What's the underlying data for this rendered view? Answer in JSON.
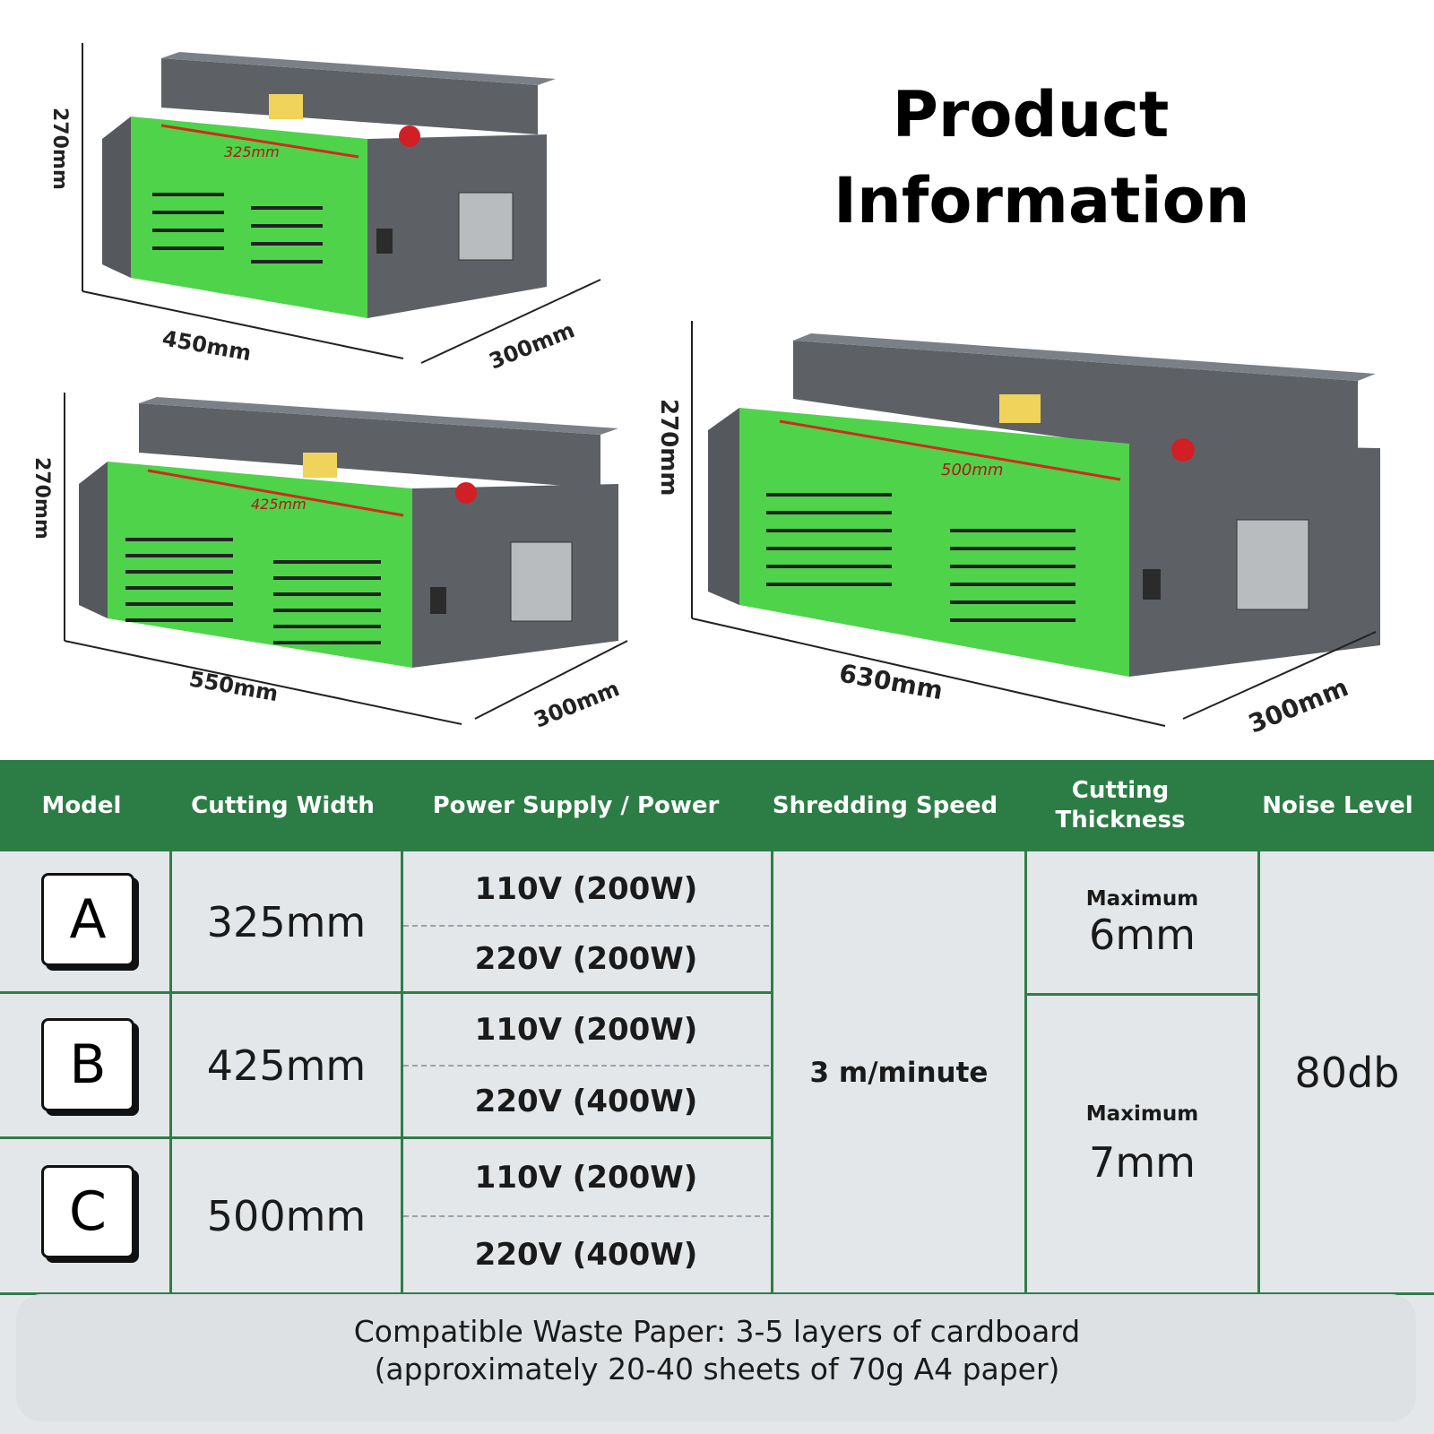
{
  "title_lines": [
    "Product",
    "Information"
  ],
  "machines": [
    {
      "inner": "325mm",
      "height": "270mm",
      "length": "450mm",
      "depth": "300mm"
    },
    {
      "inner": "425mm",
      "height": "270mm",
      "length": "550mm",
      "depth": "300mm"
    },
    {
      "inner": "500mm",
      "height": "270mm",
      "length": "630mm",
      "depth": "300mm"
    }
  ],
  "colors": {
    "body_green": "#4fd34a",
    "frame_gray": "#5d6166",
    "header_green": "#2c7d45",
    "table_bg": "#e3e7ea"
  },
  "table": {
    "headers": {
      "model": "Model",
      "cutting_width": "Cutting Width",
      "power": "Power Supply / Power",
      "speed": "Shredding Speed",
      "thickness_1": "Cutting",
      "thickness_2": "Thickness",
      "noise": "Noise Level"
    },
    "rows": [
      {
        "model": "A",
        "width": "325mm",
        "power_110": "110V (200W)",
        "power_220": "220V (200W)"
      },
      {
        "model": "B",
        "width": "425mm",
        "power_110": "110V (200W)",
        "power_220": "220V (400W)"
      },
      {
        "model": "C",
        "width": "500mm",
        "power_110": "110V (200W)",
        "power_220": "220V (400W)"
      }
    ],
    "speed": "3 m/minute",
    "thickness": [
      {
        "label": "Maximum",
        "value": "6mm"
      },
      {
        "label": "Maximum",
        "value": "7mm"
      }
    ],
    "noise": "80db"
  },
  "footer": {
    "line1": "Compatible Waste Paper: 3-5 layers of cardboard",
    "line2": "(approximately 20-40 sheets of 70g A4 paper)"
  }
}
